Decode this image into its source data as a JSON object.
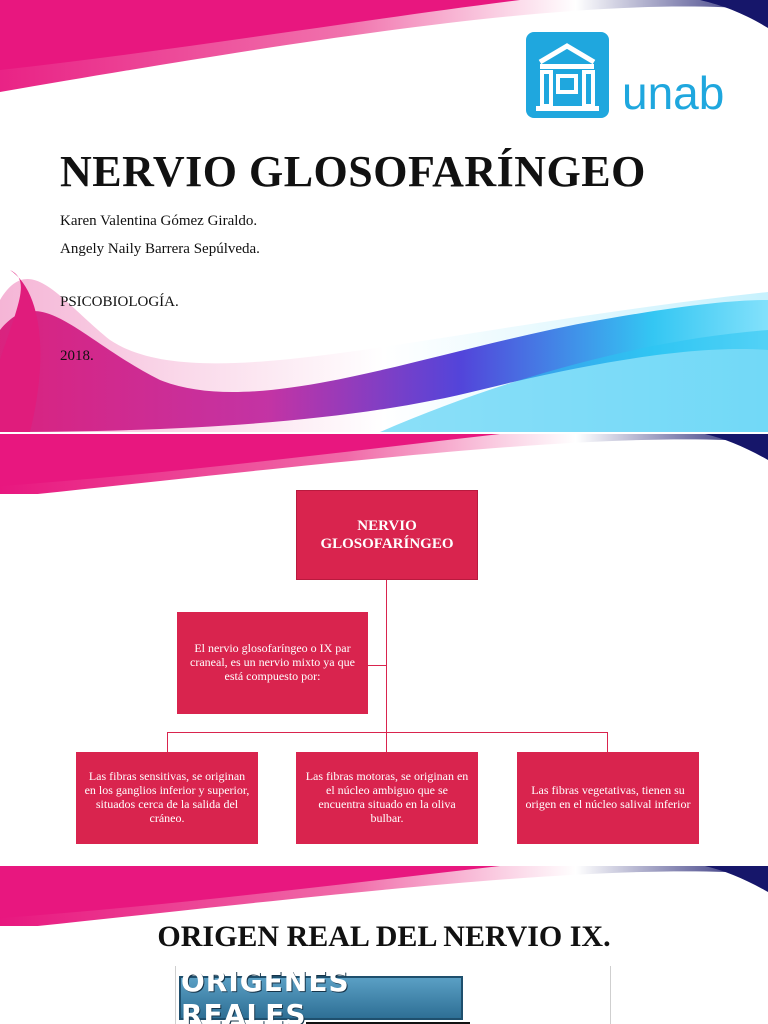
{
  "slide1": {
    "logo_text": "unab",
    "title": "NERVIO GLOSOFARÍNGEO",
    "authors": [
      "Karen Valentina Gómez Giraldo.",
      "Angely Naily Barrera Sepúlveda."
    ],
    "course": "PSICOBIOLOGÍA.",
    "year": "2018."
  },
  "slide2": {
    "top_box": "NERVIO GLOSOFARÍNGEO",
    "mid_box": "El nervio glosofaríngeo o IX par craneal, es un nervio mixto ya que está compuesto por:",
    "bottom_boxes": [
      "Las fibras sensitivas, se originan en los ganglios inferior y superior, situados cerca de la salida del cráneo.",
      "Las fibras motoras, se originan en el núcleo ambiguo que se encuentra situado en la oliva bulbar.",
      "Las fibras vegetativas, tienen su origen en el núcleo salival inferior"
    ],
    "colors": {
      "box": "#d9244e"
    }
  },
  "slide3": {
    "title": "ORIGEN REAL DEL NERVIO IX.",
    "banner_text": "ORIGENES REALES"
  },
  "theme": {
    "logo_color": "#1fa7de",
    "accent_pink": "#e8177f",
    "accent_blue": "#2bc4f2"
  }
}
